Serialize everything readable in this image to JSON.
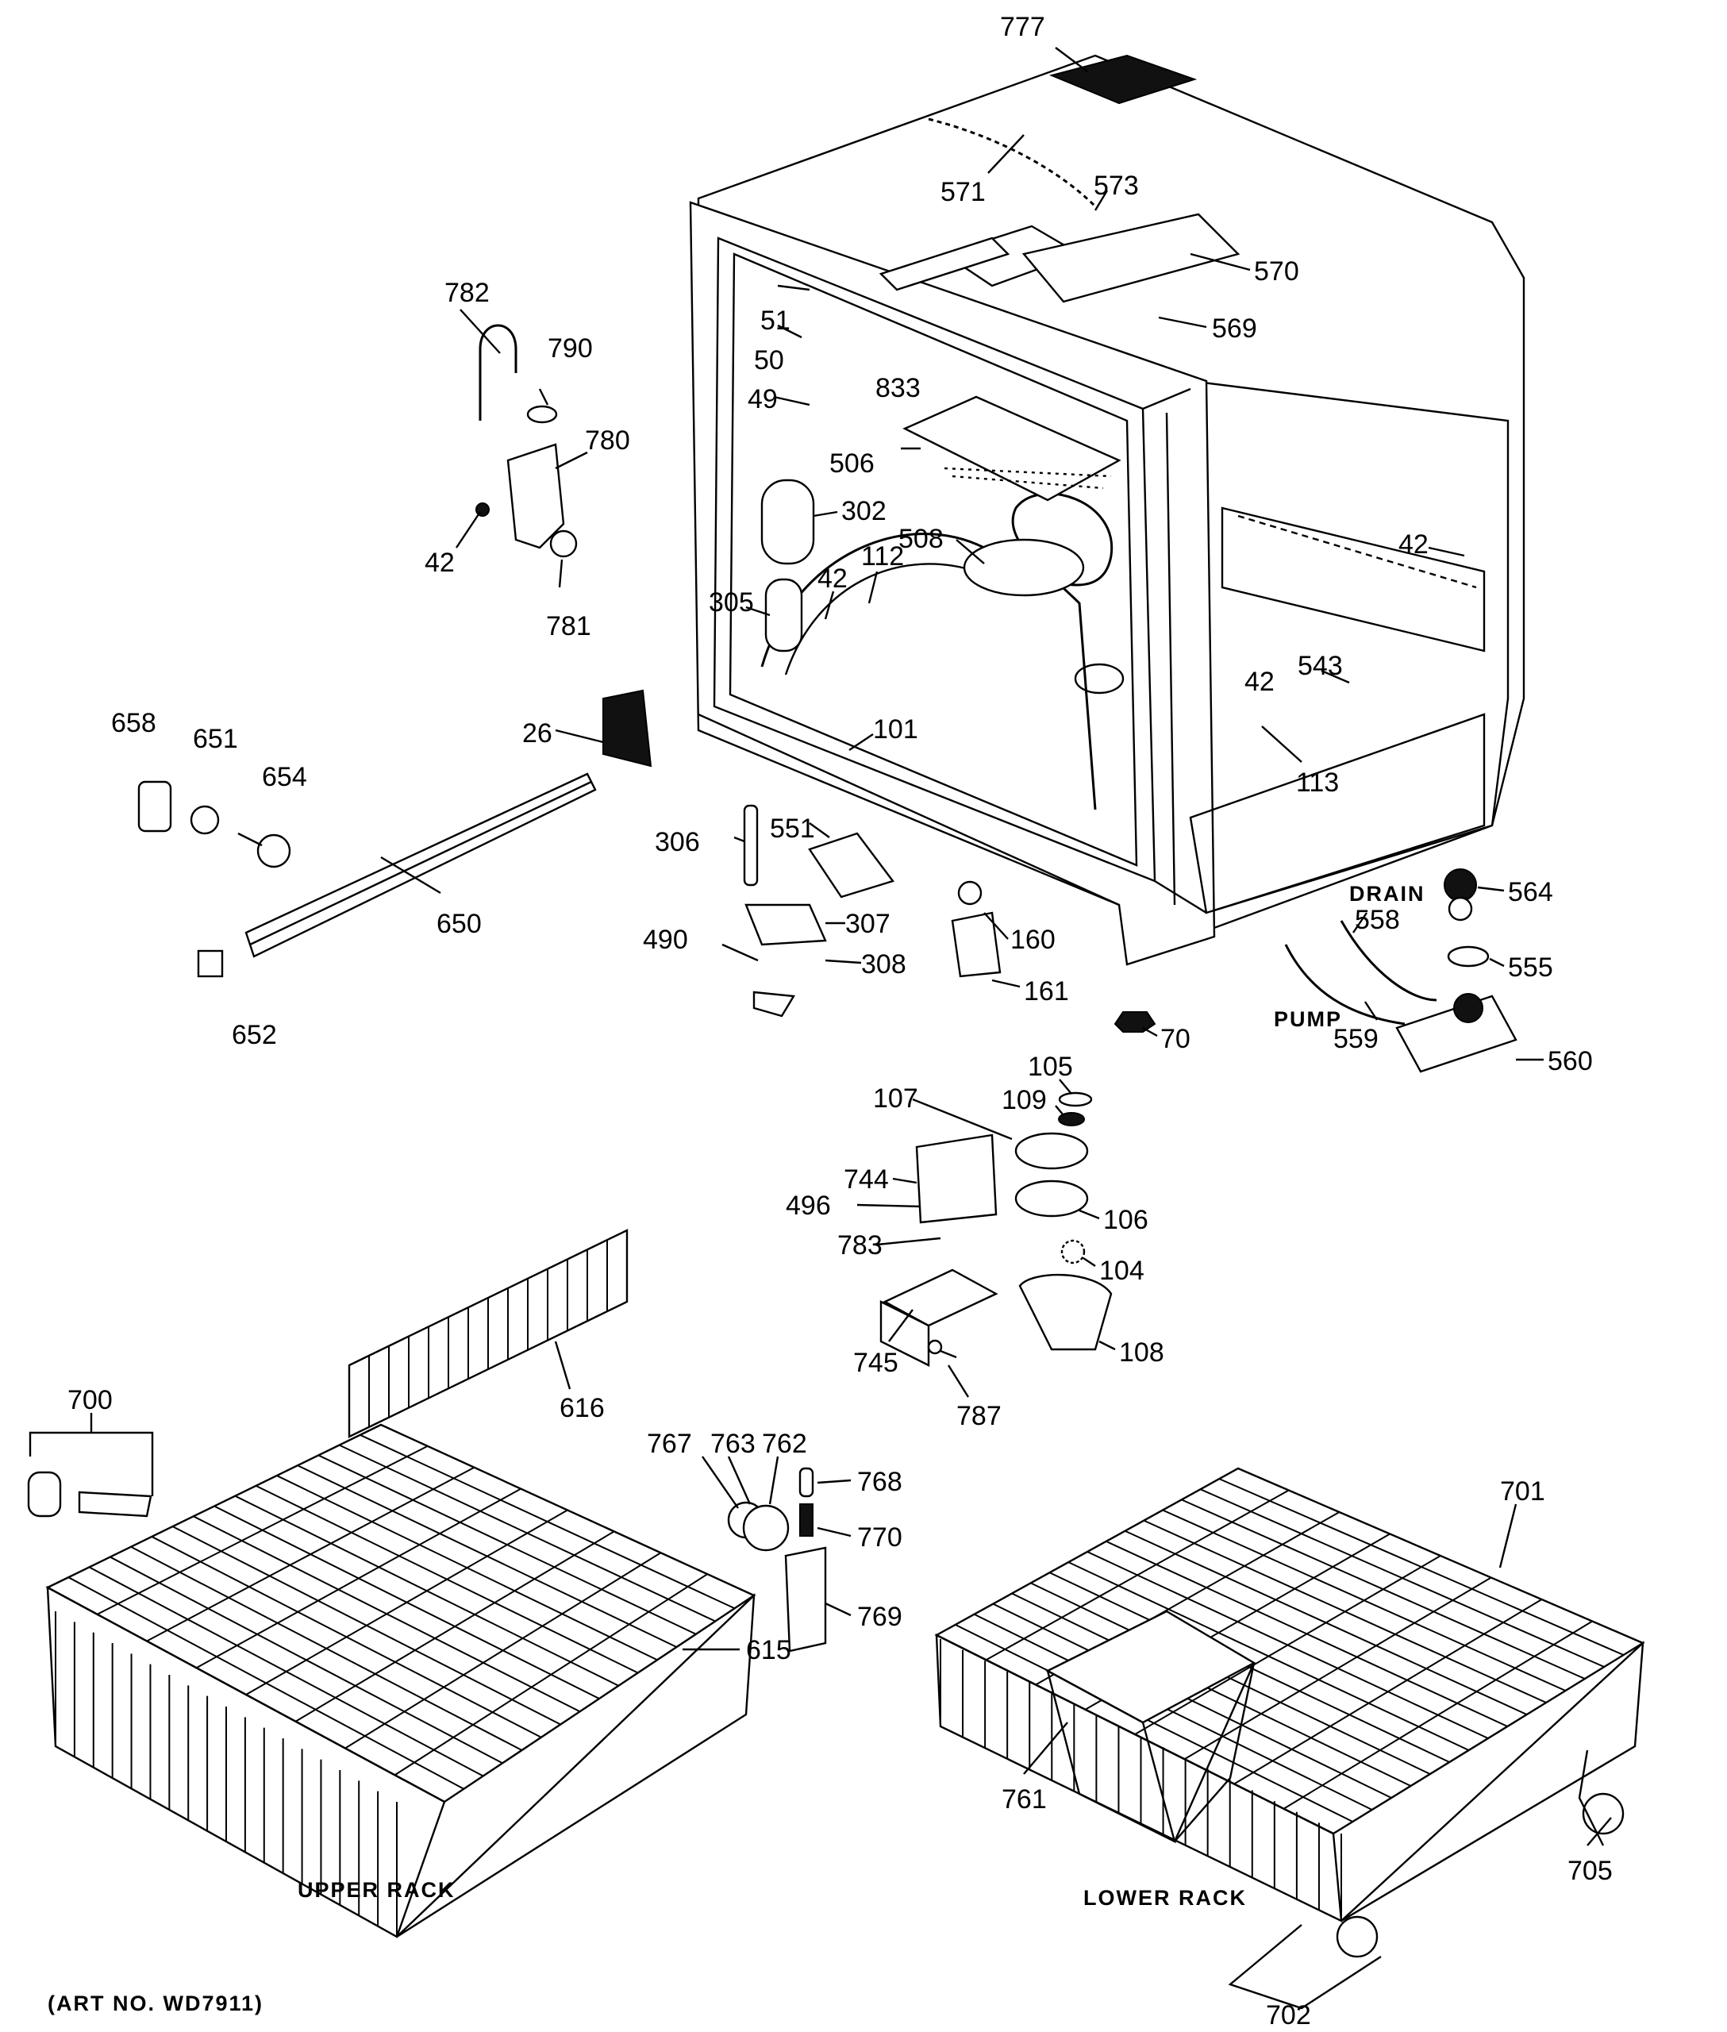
{
  "art_number": "(ART NO. WD7911)",
  "sections": {
    "upper_rack": "UPPER RACK",
    "lower_rack": "LOWER RACK",
    "drain": "DRAIN",
    "pump": "PUMP"
  },
  "labels": {
    "p777": "777",
    "p571": "571",
    "p573": "573",
    "p570": "570",
    "p569": "569",
    "p782": "782",
    "p790": "790",
    "p780": "780",
    "p42a": "42",
    "p781": "781",
    "p51": "51",
    "p50": "50",
    "p49": "49",
    "p833": "833",
    "p506": "506",
    "p302": "302",
    "p508": "508",
    "p112": "112",
    "p42b": "42",
    "p305": "305",
    "p42c": "42",
    "p543": "543",
    "p42d": "42",
    "p26": "26",
    "p101": "101",
    "p113": "113",
    "p658": "658",
    "p651": "651",
    "p654": "654",
    "p650": "650",
    "p652": "652",
    "p306": "306",
    "p551": "551",
    "p307": "307",
    "p308": "308",
    "p490": "490",
    "p160": "160",
    "p161": "161",
    "p70": "70",
    "p564": "564",
    "p558": "558",
    "p555": "555",
    "p559": "559",
    "p560": "560",
    "p105": "105",
    "p109": "109",
    "p107": "107",
    "p744": "744",
    "p496": "496",
    "p106": "106",
    "p783": "783",
    "p104": "104",
    "p745": "745",
    "p108": "108",
    "p787": "787",
    "p616": "616",
    "p700": "700",
    "p767": "767",
    "p763": "763",
    "p762": "762",
    "p768": "768",
    "p770": "770",
    "p769": "769",
    "p615": "615",
    "p701": "701",
    "p761": "761",
    "p705": "705",
    "p702": "702"
  }
}
